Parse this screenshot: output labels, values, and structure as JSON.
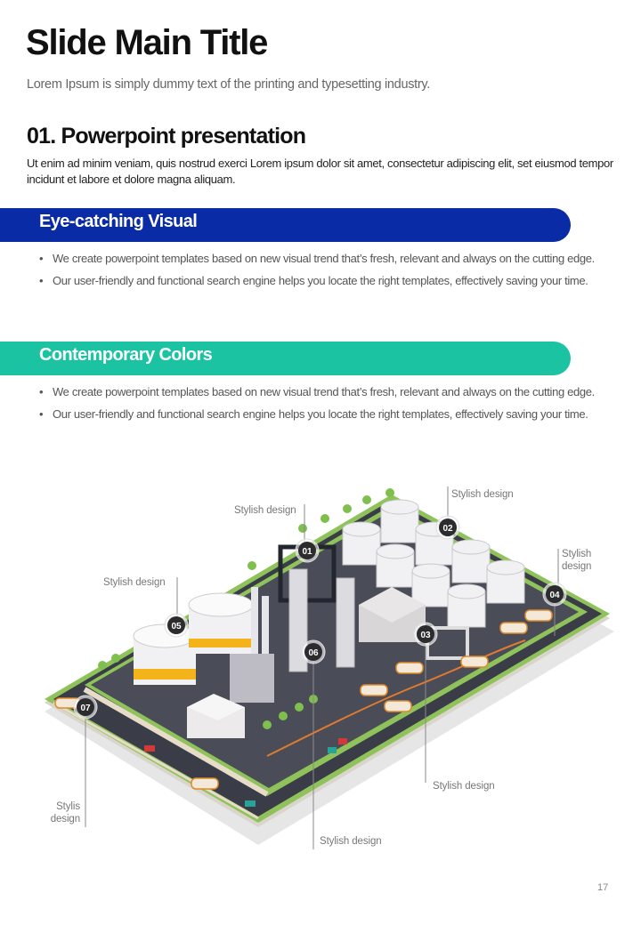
{
  "title": "Slide Main Title",
  "subtitle": "Lorem Ipsum is simply dummy text of the printing and typesetting industry.",
  "section": {
    "heading": "01. Powerpoint presentation",
    "body": "Ut enim ad minim veniam, quis nostrud exerci  Lorem ipsum dolor sit amet, consectetur adipiscing elit, set eiusmod tempor incidunt et labore et dolore magna aliquam."
  },
  "blocks": [
    {
      "title": "Eye-catching Visual",
      "color": "#0a2ba6",
      "bullets": [
        "We create powerpoint templates based on new visual trend that’s fresh, relevant and always on the cutting edge.",
        "Our user-friendly and functional search engine helps you locate the right templates, effectively saving your time."
      ]
    },
    {
      "title": "Contemporary Colors",
      "color": "#1bc3a2",
      "bullets": [
        "We create powerpoint templates based on new visual trend that’s fresh, relevant and always on the cutting edge.",
        "Our user-friendly and functional search engine helps you locate the right templates, effectively saving your time."
      ]
    }
  ],
  "markers": [
    {
      "num": "01",
      "label": "Stylish design"
    },
    {
      "num": "02",
      "label": "Stylish design"
    },
    {
      "num": "03",
      "label": "Stylish design"
    },
    {
      "num": "04",
      "label": "Stylish design"
    },
    {
      "num": "05",
      "label": "Stylish design"
    },
    {
      "num": "06",
      "label": "Stylish design"
    },
    {
      "num": "07",
      "label": "Stylis design"
    }
  ],
  "page_number": "17"
}
